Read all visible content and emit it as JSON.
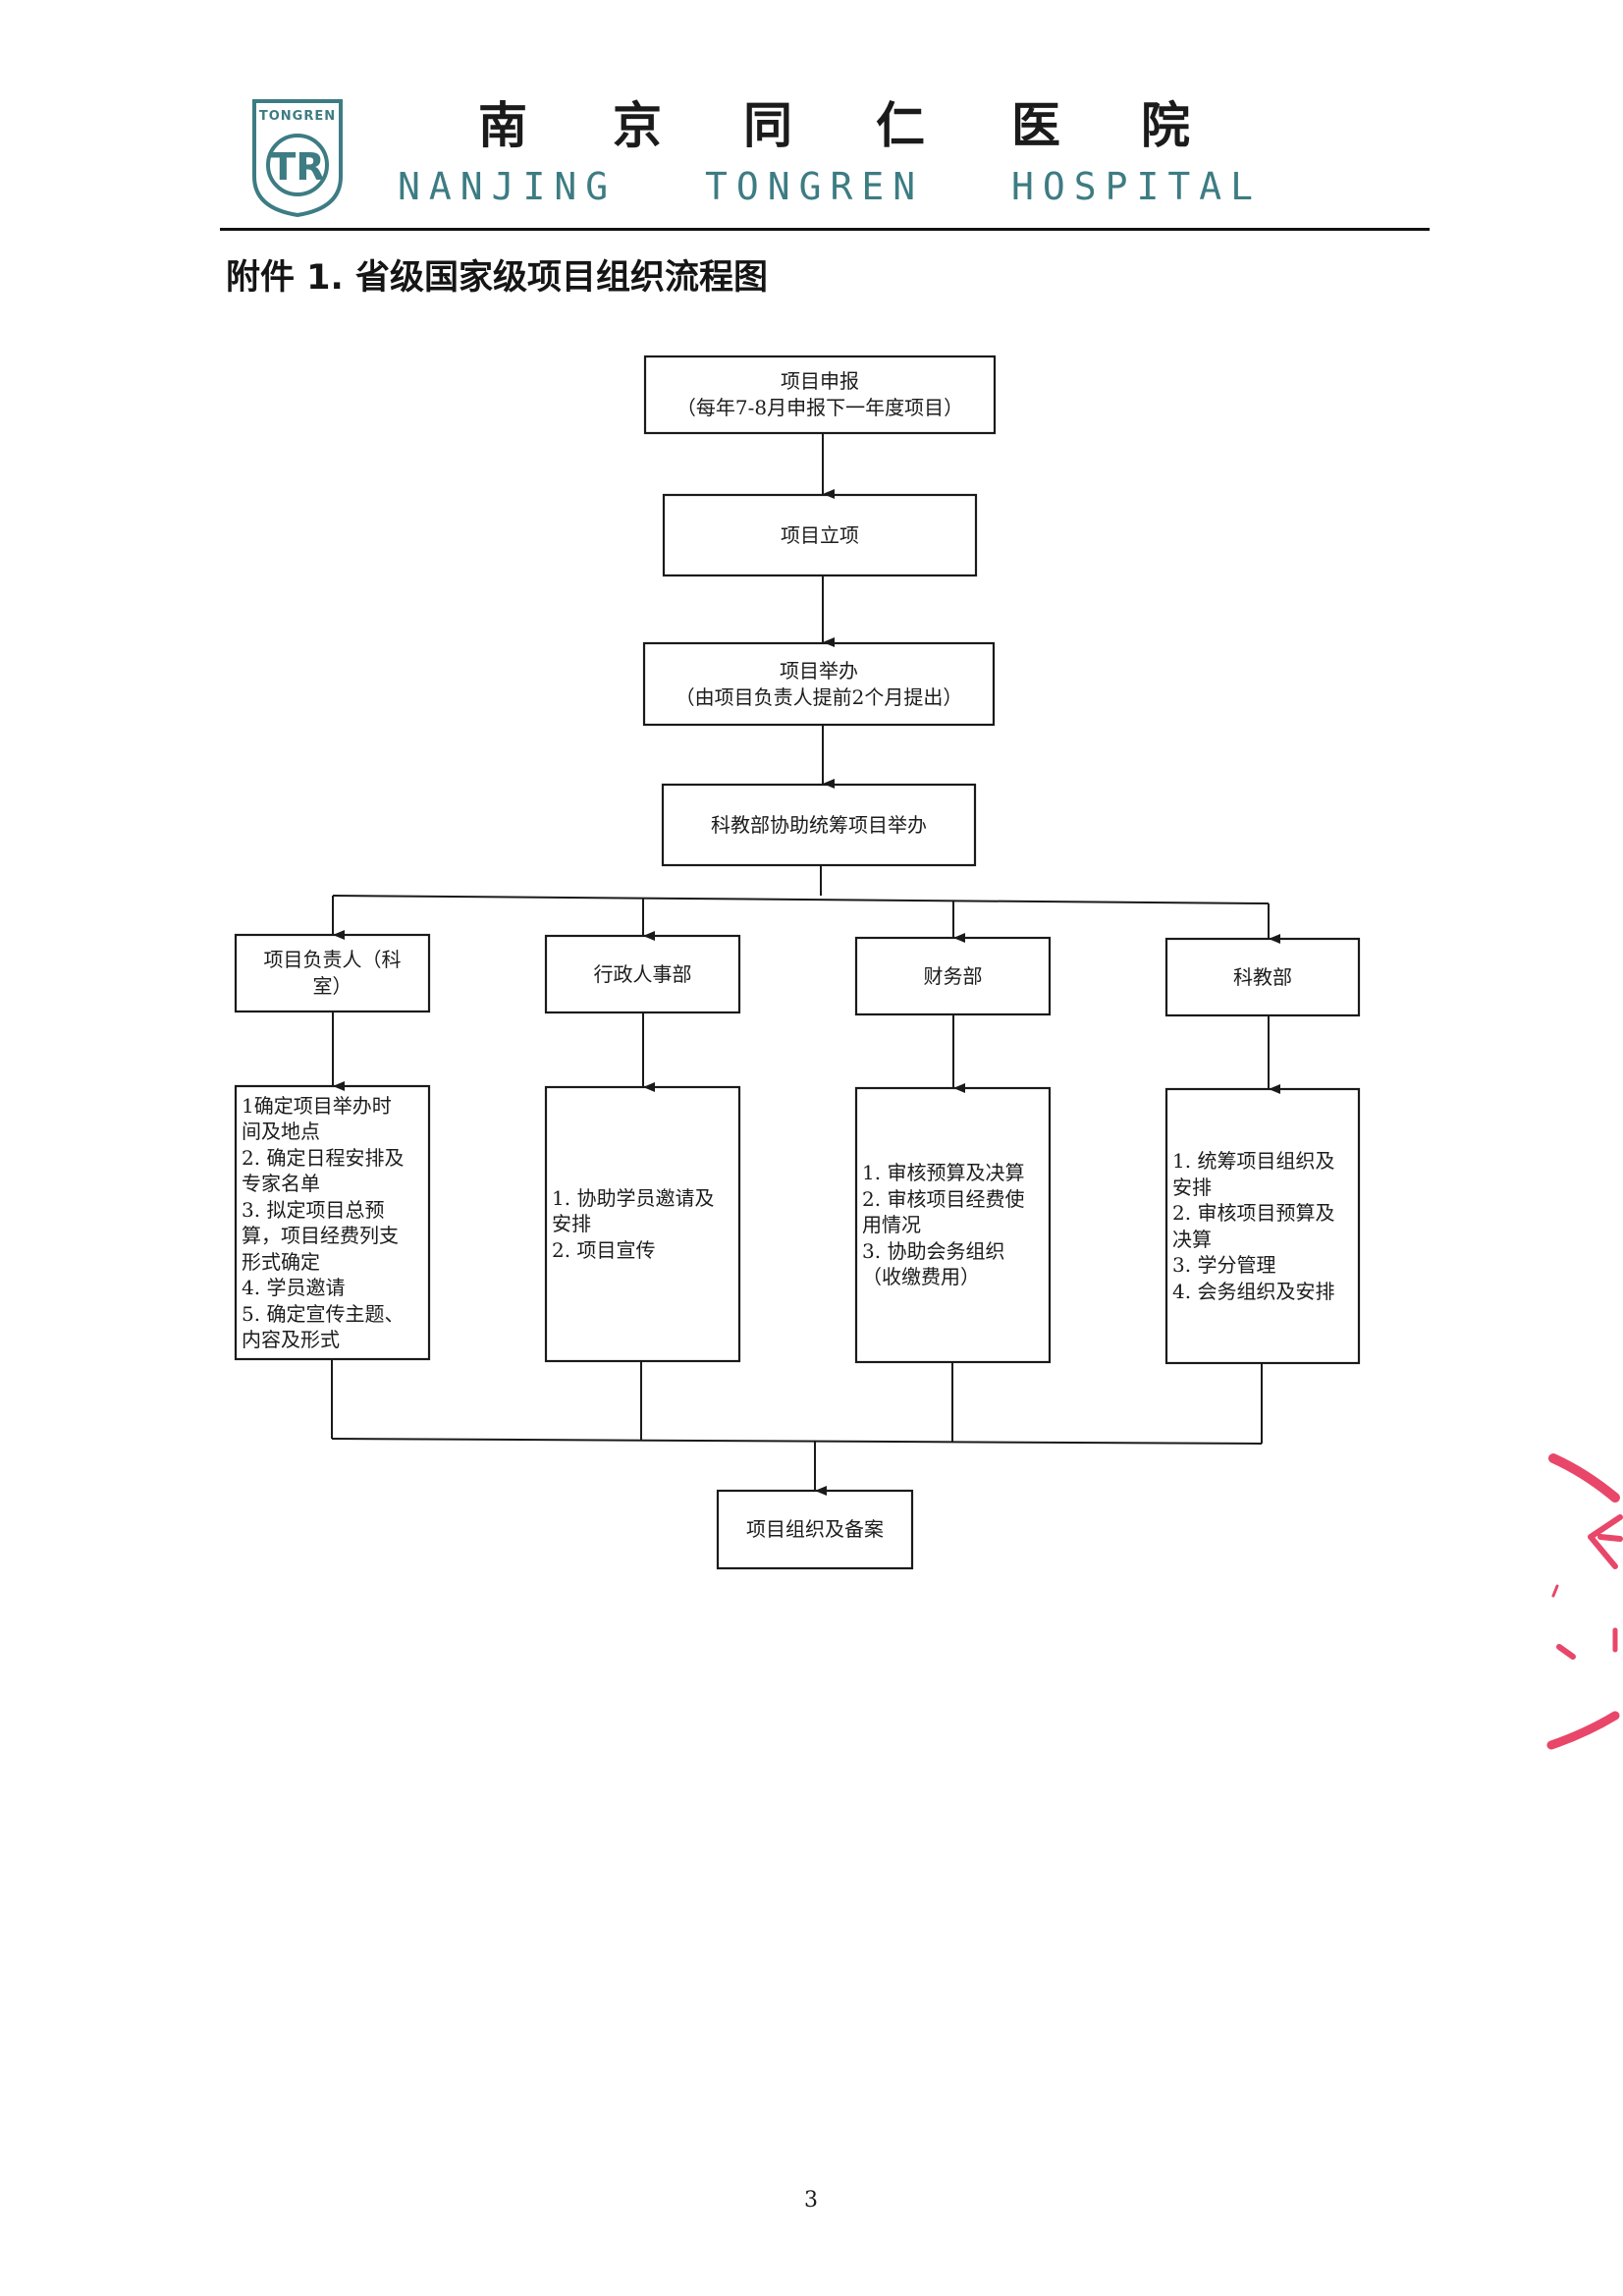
{
  "header": {
    "logo": {
      "icon": "tongren-hospital-logo",
      "text": "TONGREN",
      "monogram": "TR",
      "color": "#3d7c83"
    },
    "name_cn": [
      "南",
      "京",
      "同",
      "仁",
      "医",
      "院"
    ],
    "name_en": [
      "NANJING",
      "TONGREN",
      "HOSPITAL"
    ],
    "accent_color": "#3d7c83"
  },
  "title": "附件 1. 省级国家级项目组织流程图",
  "flowchart": {
    "main_steps": [
      {
        "id": "apply",
        "lines": [
          "项目申报",
          "（每年7-8月申报下一年度项目）"
        ]
      },
      {
        "id": "approve",
        "lines": [
          "项目立项"
        ]
      },
      {
        "id": "host",
        "lines": [
          "项目举办",
          "（由项目负责人提前2个月提出）"
        ]
      },
      {
        "id": "coordinate",
        "lines": [
          "科教部协助统筹项目举办"
        ]
      }
    ],
    "departments": [
      {
        "id": "project-leader",
        "name_lines": [
          "项目负责人（科",
          "室）"
        ],
        "tasks": [
          "1确定项目举办时",
          "间及地点",
          "2. 确定日程安排及",
          "专家名单",
          "3. 拟定项目总预",
          "算，项目经费列支",
          "形式确定",
          "4. 学员邀请",
          "5. 确定宣传主题、",
          "内容及形式"
        ]
      },
      {
        "id": "admin-hr",
        "name_lines": [
          "行政人事部"
        ],
        "tasks": [
          "1. 协助学员邀请及",
          "安排",
          "2. 项目宣传"
        ]
      },
      {
        "id": "finance",
        "name_lines": [
          "财务部"
        ],
        "tasks": [
          "1. 审核预算及决算",
          "2. 审核项目经费使",
          "用情况",
          "3. 协助会务组织",
          "（收缴费用）"
        ]
      },
      {
        "id": "science-education",
        "name_lines": [
          "科教部"
        ],
        "tasks": [
          "1. 统筹项目组织及",
          "安排",
          "2. 审核项目预算及",
          "决算",
          "3. 学分管理",
          "4. 会务组织及安排"
        ]
      }
    ],
    "final_step": {
      "id": "record",
      "lines": [
        "项目组织及备案"
      ]
    }
  },
  "page_number": "3",
  "seal": {
    "icon": "red-official-seal-partial",
    "color": "#e8476a"
  }
}
